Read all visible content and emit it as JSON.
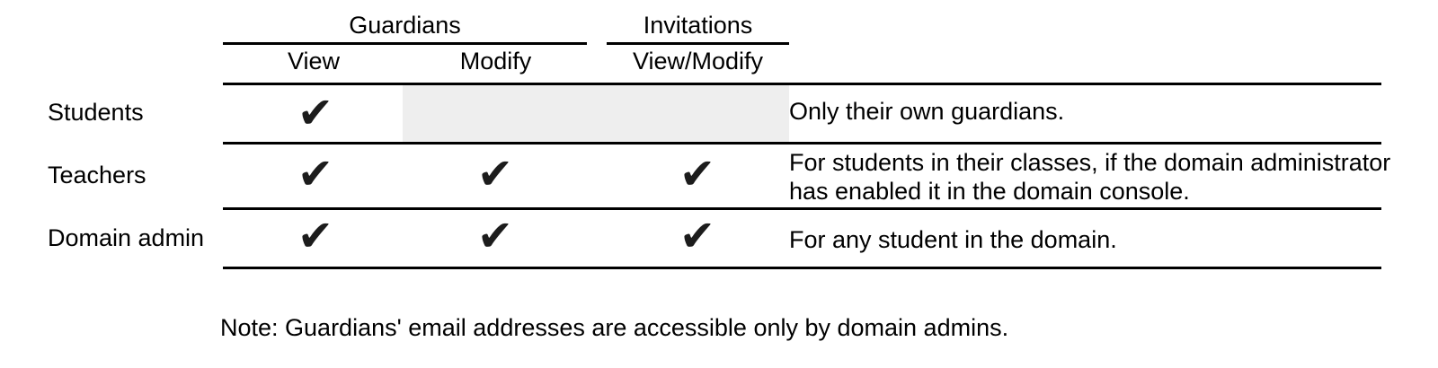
{
  "table": {
    "groups": [
      {
        "label": "Guardians",
        "columns": [
          "View",
          "Modify"
        ]
      },
      {
        "label": "Invitations",
        "columns": [
          "View/Modify"
        ]
      }
    ],
    "columns": [
      {
        "label": "View"
      },
      {
        "label": "Modify"
      },
      {
        "label": "View/Modify"
      }
    ],
    "rows": [
      {
        "label": "Students",
        "permissions": {
          "guardians_view": true,
          "guardians_modify": false,
          "invitations_view_modify": false
        },
        "note": "Only their own guardians."
      },
      {
        "label": "Teachers",
        "permissions": {
          "guardians_view": true,
          "guardians_modify": true,
          "invitations_view_modify": true
        },
        "note": "For students in their classes, if the domain administrator has enabled it in the domain console."
      },
      {
        "label": "Domain admin",
        "permissions": {
          "guardians_view": true,
          "guardians_modify": true,
          "invitations_view_modify": true
        },
        "note": "For any student in the domain."
      }
    ]
  },
  "glyphs": {
    "check": "✔"
  },
  "footnote": "Note: Guardians' email addresses are accessible only by domain admins.",
  "colors": {
    "background": "#ffffff",
    "rule": "#000000",
    "text": "#000000",
    "check": "#1c1c1c",
    "disabled_cell": "#eeeeee"
  }
}
